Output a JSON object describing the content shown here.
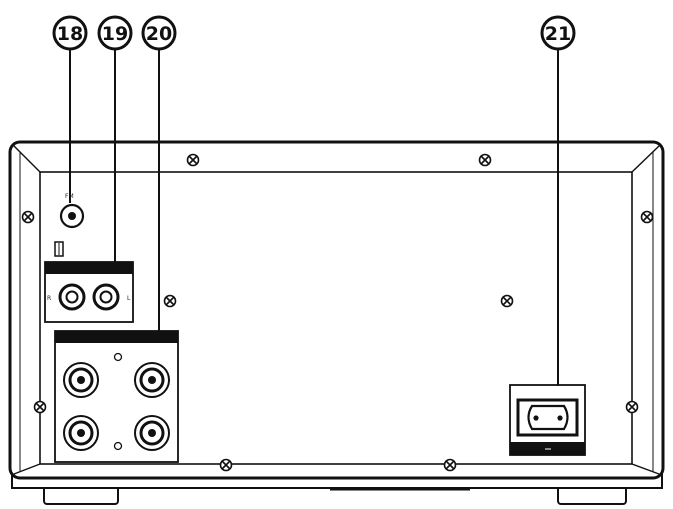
{
  "callouts": {
    "c18": "18",
    "c19": "19",
    "c20": "20",
    "c21": "21"
  },
  "labels": {
    "antenna": "FM",
    "jack_left": "L",
    "jack_right": "R"
  },
  "colors": {
    "line": "#111111",
    "fill": "#ffffff",
    "bar": "#111111"
  }
}
